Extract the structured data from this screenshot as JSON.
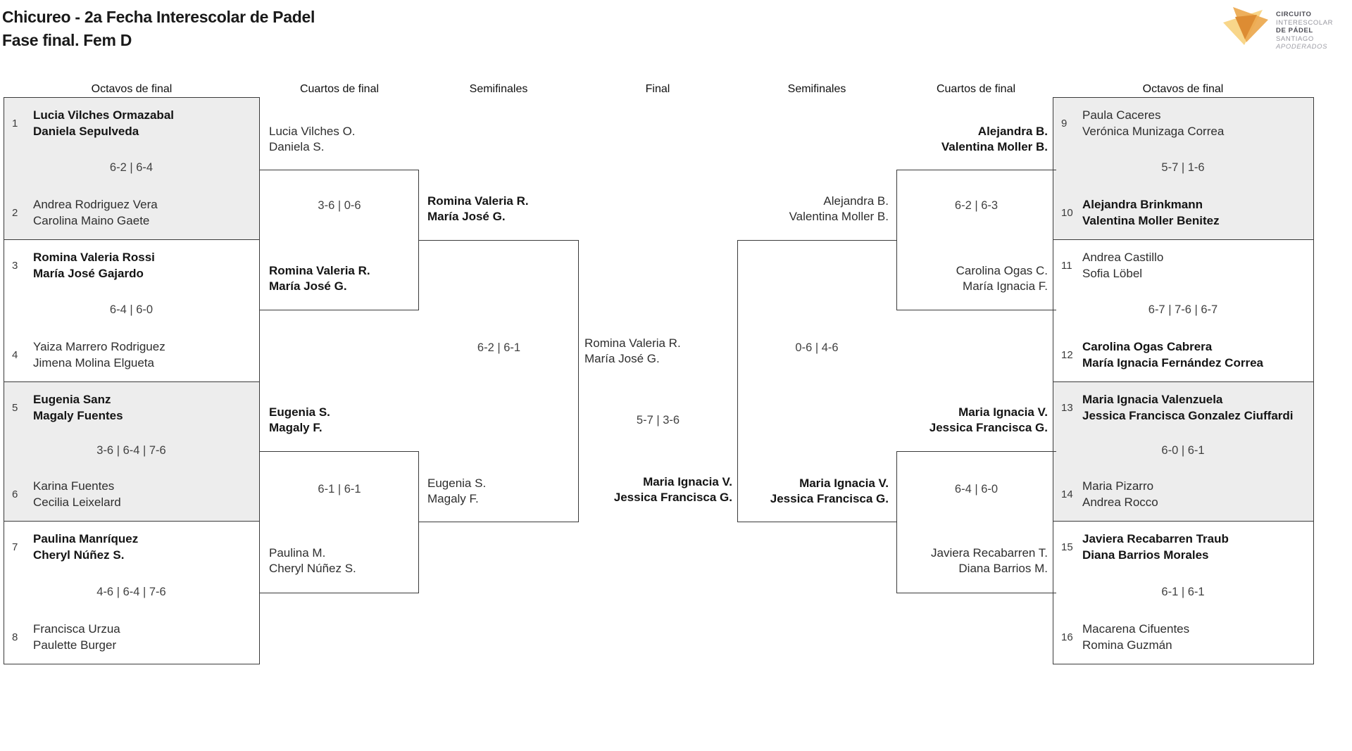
{
  "title": {
    "line1": "Chicureo - 2a Fecha Interescolar de Padel",
    "line2": "Fase final. Fem D"
  },
  "logo": {
    "text_lines": [
      "CIRCUITO",
      "INTERESCOLAR",
      "DE PÁDEL",
      "SANTIAGO",
      "APODERADOS"
    ],
    "colors": {
      "light": "#f8d68a",
      "mid": "#eca84e",
      "dark": "#dd8c33"
    }
  },
  "round_headers": [
    "Octavos de final",
    "Cuartos de final",
    "Semifinales",
    "Final",
    "Semifinales",
    "Cuartos de final",
    "Octavos de final"
  ],
  "bracket": {
    "of_left": [
      {
        "a_seed": "1",
        "a": [
          "Lucia Vilches Ormazabal",
          "Daniela Sepulveda"
        ],
        "score": "6-2 | 6-4",
        "b_seed": "2",
        "b": [
          "Andrea Rodriguez Vera",
          "Carolina Maino Gaete"
        ]
      },
      {
        "a_seed": "3",
        "a": [
          "Romina Valeria Rossi",
          "María José Gajardo"
        ],
        "score": "6-4 | 6-0",
        "b_seed": "4",
        "b": [
          "Yaiza Marrero Rodriguez",
          "Jimena Molina Elgueta"
        ]
      },
      {
        "a_seed": "5",
        "a": [
          "Eugenia Sanz",
          "Magaly Fuentes"
        ],
        "score": "3-6 | 6-4 | 7-6",
        "b_seed": "6",
        "b": [
          "Karina Fuentes",
          "Cecilia Leixelard"
        ]
      },
      {
        "a_seed": "7",
        "a": [
          "Paulina Manríquez",
          "Cheryl Núñez S."
        ],
        "score": "4-6 | 6-4 | 7-6",
        "b_seed": "8",
        "b": [
          "Francisca Urzua",
          "Paulette Burger"
        ]
      }
    ],
    "qf_left": [
      {
        "a": [
          "Lucia Vilches O.",
          "Daniela S."
        ],
        "score": "3-6 | 0-6",
        "b": [
          "Romina Valeria R.",
          "María José G."
        ]
      },
      {
        "a": [
          "Eugenia S.",
          "Magaly F."
        ],
        "score": "6-1 | 6-1",
        "b": [
          "Paulina M.",
          "Cheryl Núñez S."
        ]
      }
    ],
    "sf_left": {
      "a": [
        "Romina Valeria R.",
        "María José G."
      ],
      "score": "6-2 | 6-1",
      "b": [
        "Eugenia S.",
        "Magaly F."
      ]
    },
    "final": {
      "a": [
        "Romina Valeria R.",
        "María José G."
      ],
      "score": "5-7 | 3-6",
      "b": [
        "Maria Ignacia V.",
        "Jessica Francisca G."
      ]
    },
    "sf_right": {
      "a": [
        "Alejandra B.",
        "Valentina Moller B."
      ],
      "score": "0-6 | 4-6",
      "b": [
        "Maria Ignacia V.",
        "Jessica Francisca G."
      ]
    },
    "qf_right": [
      {
        "a": [
          "Alejandra B.",
          "Valentina Moller B."
        ],
        "score": "6-2 | 6-3",
        "b": [
          "Carolina Ogas C.",
          "María Ignacia F."
        ]
      },
      {
        "a": [
          "Maria Ignacia V.",
          "Jessica Francisca G."
        ],
        "score": "6-4 | 6-0",
        "b": [
          "Javiera Recabarren T.",
          "Diana Barrios M."
        ]
      }
    ],
    "of_right": [
      {
        "a_seed": "9",
        "a": [
          "Paula Caceres",
          "Verónica Munizaga Correa"
        ],
        "score": "5-7 | 1-6",
        "b_seed": "10",
        "b": [
          "Alejandra Brinkmann",
          "Valentina Moller Benitez"
        ]
      },
      {
        "a_seed": "11",
        "a": [
          "Andrea Castillo",
          "Sofia Löbel"
        ],
        "score": "6-7 | 7-6 | 6-7",
        "b_seed": "12",
        "b": [
          "Carolina Ogas Cabrera",
          "María Ignacia Fernández Correa"
        ]
      },
      {
        "a_seed": "13",
        "a": [
          "Maria Ignacia Valenzuela",
          "Jessica Francisca Gonzalez Ciuffardi"
        ],
        "score": "6-0 | 6-1",
        "b_seed": "14",
        "b": [
          "Maria Pizarro",
          "Andrea Rocco"
        ]
      },
      {
        "a_seed": "15",
        "a": [
          "Javiera Recabarren Traub",
          "Diana Barrios Morales"
        ],
        "score": "6-1 | 6-1",
        "b_seed": "16",
        "b": [
          "Macarena Cifuentes",
          "Romina Guzmán"
        ]
      }
    ]
  }
}
